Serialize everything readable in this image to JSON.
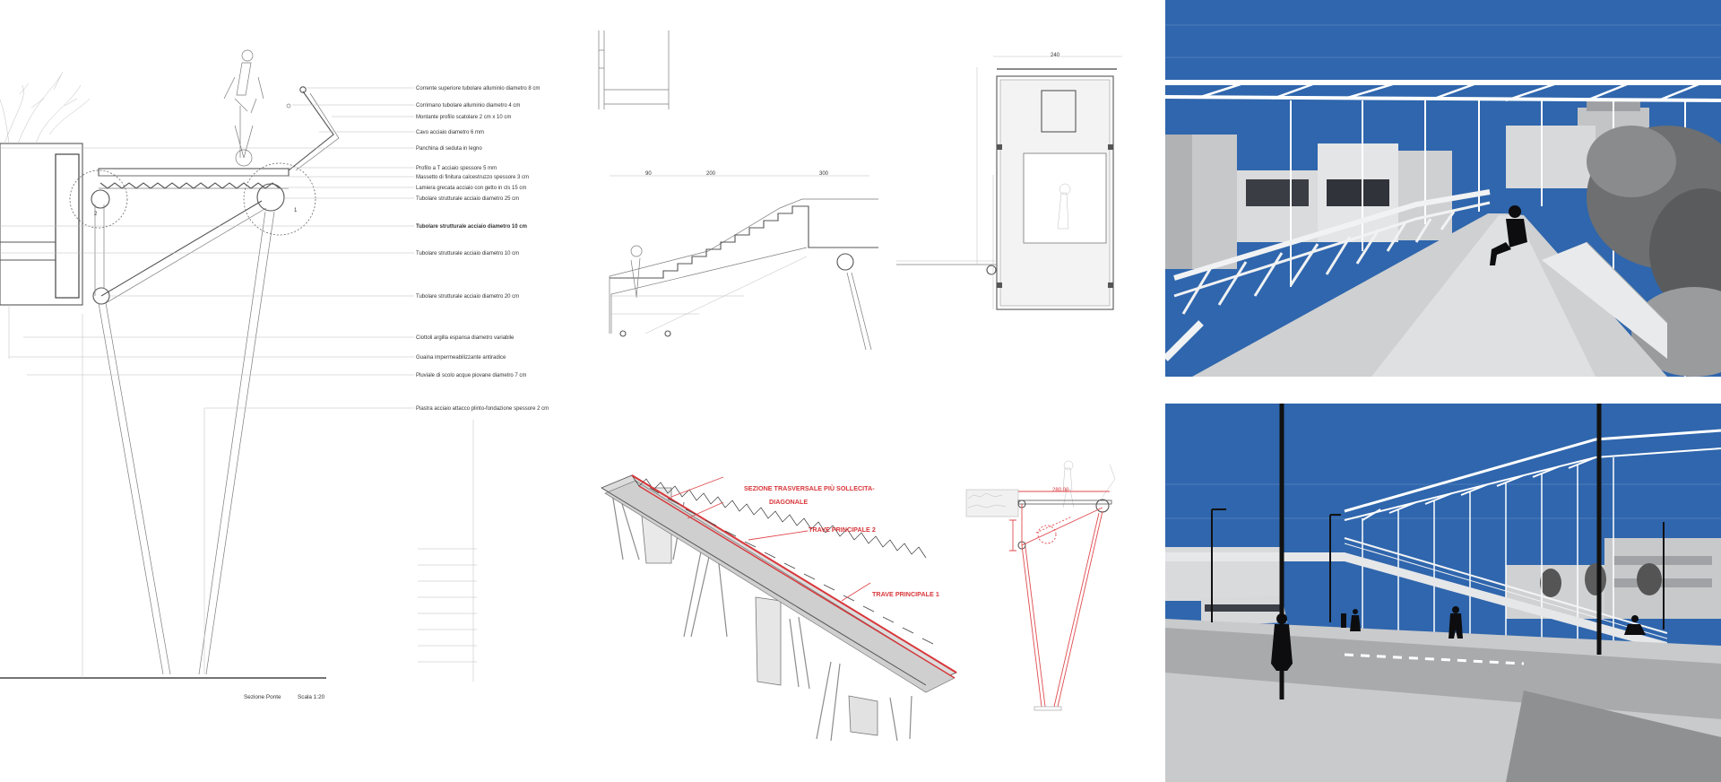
{
  "section_labels": [
    "Corrente superiore tubolare alluminio diametro 8 cm",
    "Corrimano tubolare alluminio diametro 4 cm",
    "Montante profilo scatolare 2 cm x 10 cm",
    "Cavo acciaio diametro 6 mm",
    "Panchina di seduta in legno",
    "Profilo a T acciaio spessore 5 mm",
    "Massetto di finitura calcestruzzo spessore 3 cm",
    "Lamiera grecata acciaio con getto in cls 15 cm",
    "Tubolare strutturale acciaio diametro 25 cm",
    "Tubolare strutturale acciaio diametro 10 cm",
    "Tubolare strutturale acciaio diametro 10 cm",
    "Tubolare strutturale acciaio diametro 20 cm",
    "Ciottoli argilla espansa diametro variabile",
    "Guaina impermeabilizzante antiradice",
    "Pluviale di scolo acque piovane diametro 7 cm",
    "Piastra acciaio attacco plinto-fondazione spessore 2 cm"
  ],
  "section_markers": [
    "1",
    "2"
  ],
  "section_caption": {
    "title": "Sezione Ponte",
    "scale": "Scala 1:20"
  },
  "structure_labels": {
    "critical_section": [
      "SEZIONE TRASVERSALE PIÙ SOLLECITA-",
      "DIAGONALE"
    ],
    "beam_2": "TRAVE PRINCIPALE 2",
    "beam_1": "TRAVE PRINCIPALE 1"
  },
  "colors": {
    "sky": "#2f66ad",
    "accent_red": "#d8363a",
    "line": "#7b7b7b",
    "paper": "#ffffff"
  }
}
